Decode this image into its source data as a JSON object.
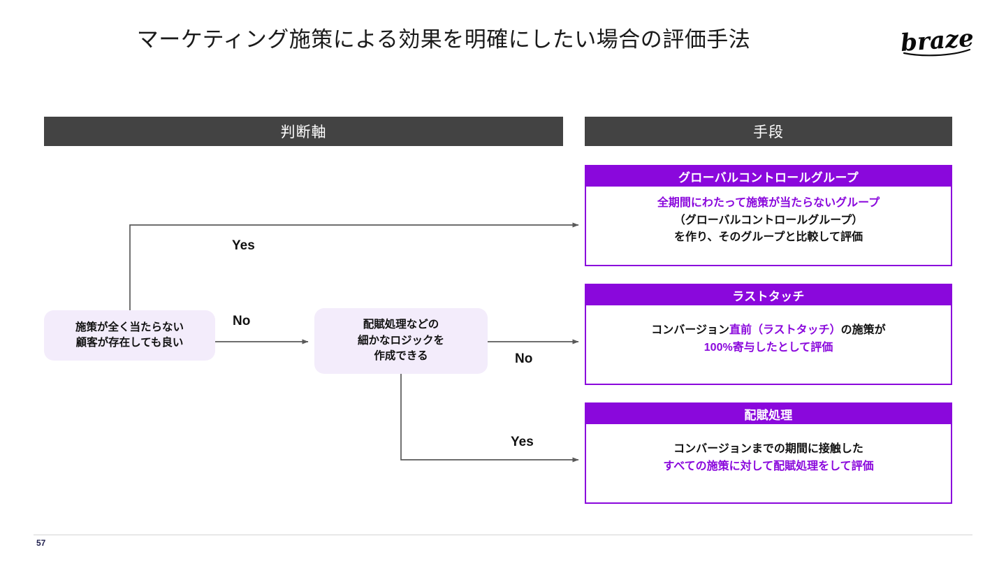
{
  "slide": {
    "title": "マーケティング施策による効果を明確にしたい場合の評価手法",
    "page_number": "57",
    "brand": "braze"
  },
  "columns": {
    "left_header": "判断軸",
    "right_header": "手段"
  },
  "decision_nodes": [
    {
      "id": "node-1",
      "line1": "施策が全く当たらない",
      "line2": "顧客が存在しても良い"
    },
    {
      "id": "node-2",
      "line1": "配賦処理などの",
      "line2": "細かなロジックを",
      "line3": "作成できる"
    }
  ],
  "branch_labels": {
    "node1_yes": "Yes",
    "node1_no": "No",
    "node2_no": "No",
    "node2_yes": "Yes"
  },
  "method_cards": [
    {
      "id": "card-1",
      "header": "グローバルコントロールグループ",
      "line1_purple": "全期間にわたって施策が当たらないグループ",
      "line2_black": "（グローバルコントロールグループ）",
      "line3_black": "を作り、そのグループと比較して評価"
    },
    {
      "id": "card-2",
      "header": "ラストタッチ",
      "line1_a_black": "コンバージョン",
      "line1_b_purple": "直前（ラストタッチ）",
      "line1_c_black": "の施策が",
      "line2_purple": "100%寄与したとして評価"
    },
    {
      "id": "card-3",
      "header": "配賦処理",
      "line1_black": "コンバージョンまでの期間に接触した",
      "line2_purple": "すべての施策に対して配賦処理をして評価"
    }
  ],
  "colors": {
    "brand_purple": "#8a08dc",
    "header_bar": "#434343",
    "node_fill": "#f3ecfb",
    "connector": "#595959",
    "page_number": "#1f1f4d"
  },
  "icons": {
    "brand": "braze-wordmark-logo",
    "arrow": "arrow-right-icon"
  }
}
